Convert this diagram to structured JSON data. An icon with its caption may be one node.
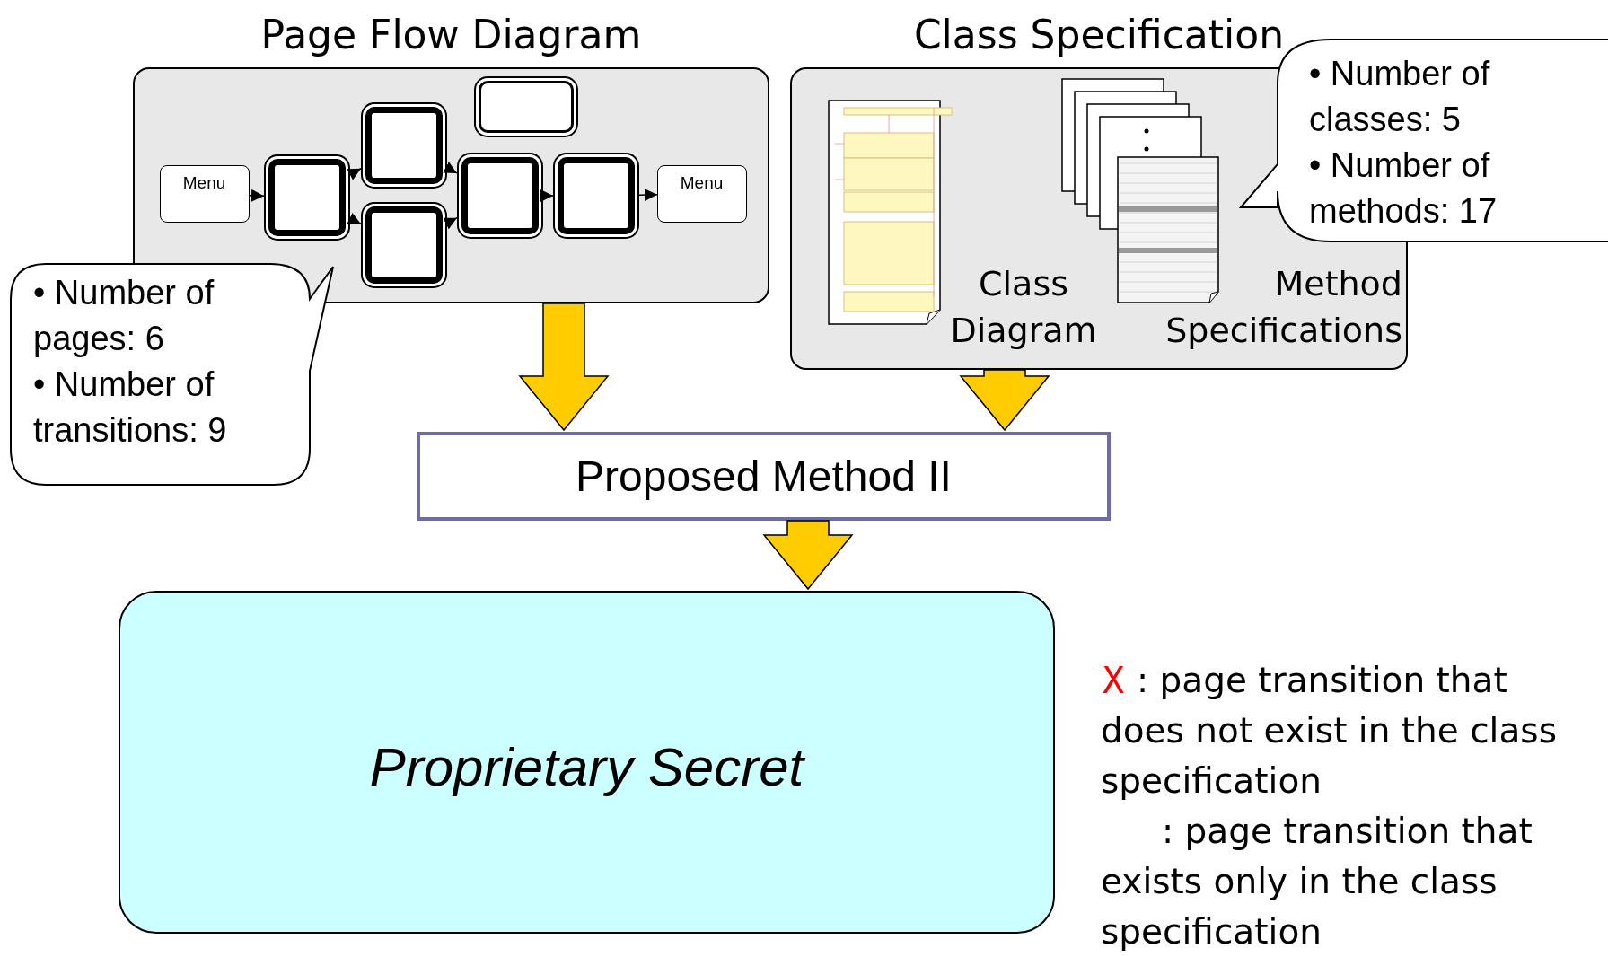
{
  "diagram": {
    "nodes": [
      {
        "text": [
          "Page Flow Diagram"
        ]
      },
      {
        "text": [
          "Menu"
        ],
        "in": 0
      },
      {
        "text": [],
        "shape": "box",
        "in": 0
      },
      {
        "text": [],
        "shape": "box",
        "in": 0
      },
      {
        "text": [],
        "shape": "box",
        "in": 0
      },
      {
        "text": [],
        "shape": "box",
        "in": 0
      },
      {
        "text": [],
        "shape": "box",
        "in": 0
      },
      {
        "text": [],
        "shape": "box",
        "in": 0
      },
      {
        "text": [
          "Menu"
        ],
        "in": 0
      },
      {
        "text": [
          "Class Specification"
        ]
      },
      {
        "text": [
          "• Number of classes: 5",
          "• Number of methods: 17"
        ]
      },
      {
        "text": [
          "• Number of pages: 6",
          "• Number of transitions: 9"
        ]
      },
      {
        "text": [
          "Proposed Method II"
        ]
      },
      {
        "text": [
          "Proprietary Secret"
        ]
      }
    ],
    "edges": [
      {
        "from": 1,
        "to": 2,
        "arrow": "to"
      },
      {
        "from": 2,
        "to": 3,
        "arrow": "to"
      },
      {
        "from": 2,
        "to": 4,
        "arrow": "to"
      },
      {
        "from": 3,
        "to": 6,
        "arrow": "to"
      },
      {
        "from": 4,
        "to": 6,
        "arrow": "to"
      },
      {
        "from": 6,
        "to": 7,
        "arrow": "to"
      },
      {
        "from": 7,
        "to": 8,
        "arrow": "to"
      },
      {
        "from": 0,
        "to": 12,
        "arrow": "to",
        "style": "thick",
        "color": "#ffcc00"
      },
      {
        "from": 9,
        "to": 12,
        "arrow": "to",
        "style": "thick",
        "color": "#ffcc00"
      },
      {
        "from": 12,
        "to": 13,
        "arrow": "to",
        "style": "thick",
        "color": "#ffcc00"
      }
    ],
    "labels": [
      "Class Diagram",
      "Method Specifications",
      "X",
      ": page transition that does not exist in the class specification",
      ": page transition that exists only in the class specification"
    ]
  }
}
